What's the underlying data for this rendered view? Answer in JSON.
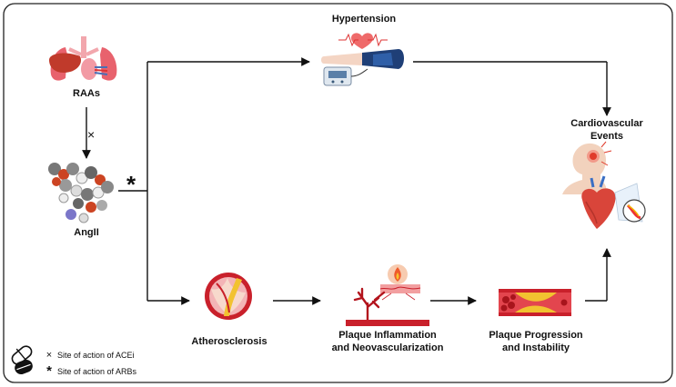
{
  "nodes": {
    "raas": {
      "label": "RAAs"
    },
    "angii": {
      "label": "AngII"
    },
    "hypertension": {
      "label": "Hypertension"
    },
    "cardiovascular": {
      "line1": "Cardiovascular",
      "line2": "Events"
    },
    "atherosclerosis": {
      "label": "Atherosclerosis"
    },
    "plaque_inflammation": {
      "line1": "Plaque Inflammation",
      "line2": "and Neovascularization"
    },
    "plaque_progression": {
      "line1": "Plaque Progression",
      "line2": "and Instability"
    }
  },
  "markers": {
    "acei_symbol": "×",
    "arb_symbol": "*"
  },
  "legend": {
    "acei": {
      "symbol": "×",
      "text": "Site of action of ACEi"
    },
    "arb": {
      "symbol": "*",
      "text": "Site of action of ARBs"
    }
  },
  "icons": [
    "lungs-liver-kidney-icon",
    "molecule-icon",
    "blood-pressure-cuff-icon",
    "artery-cross-section-icon",
    "inflamed-vessel-icon",
    "narrowed-artery-icon",
    "heart-brain-icon",
    "pills-icon"
  ],
  "colors": {
    "arrow": "#111111",
    "frame": "#222222",
    "vessel_red": "#c9202b"
  }
}
